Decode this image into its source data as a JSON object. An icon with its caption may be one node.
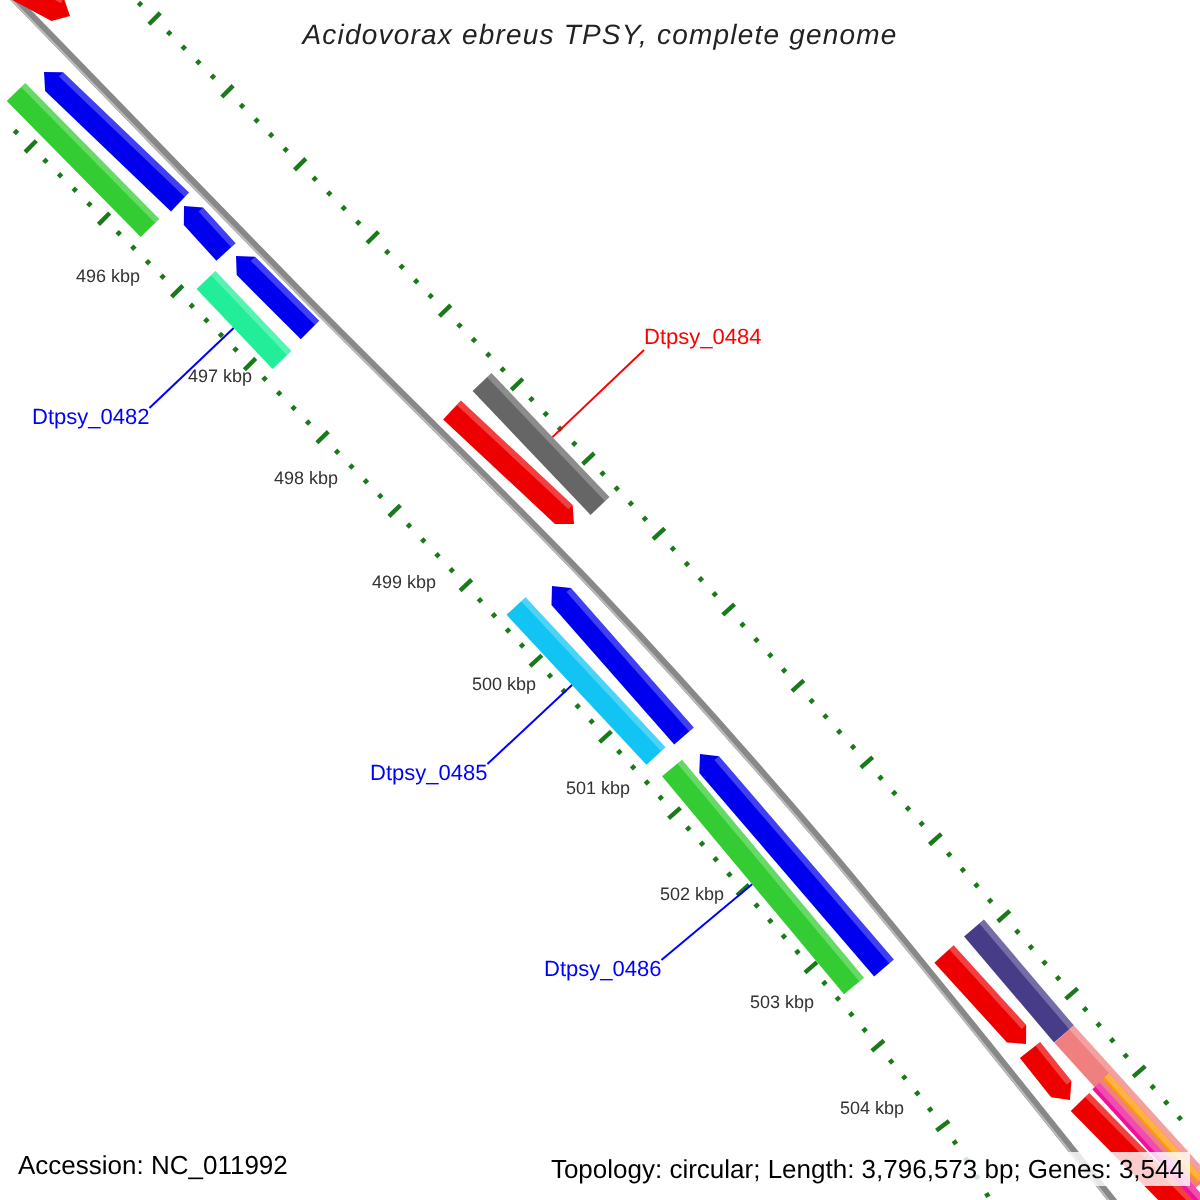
{
  "diagram": {
    "title": "Acidovorax ebreus TPSY, complete genome",
    "nodes": [
      {
        "text": [
          "Dtpsy_0484"
        ]
      },
      {
        "text": [],
        "shape": "bar"
      },
      {
        "text": [
          "Dtpsy_0482"
        ]
      },
      {
        "text": [],
        "shape": "bar"
      },
      {
        "text": [
          "Dtpsy_0485"
        ]
      },
      {
        "text": [],
        "shape": "bar"
      },
      {
        "text": [
          "Dtpsy_0486"
        ]
      },
      {
        "text": [],
        "shape": "bar"
      }
    ],
    "edges": [
      {
        "from": 0,
        "to": 1,
        "arrow": "none",
        "color": "#ff0000"
      },
      {
        "from": 2,
        "to": 3,
        "arrow": "none"
      },
      {
        "from": 4,
        "to": 5,
        "arrow": "none"
      },
      {
        "from": 6,
        "to": 7,
        "arrow": "none"
      }
    ],
    "labels": [
      "496 kbp",
      "497 kbp",
      "498 kbp",
      "499 kbp",
      "500 kbp",
      "501 kbp",
      "502 kbp",
      "503 kbp",
      "504 kbp",
      "Accession: NC_011992",
      "Topology: circular; Length: 3,796,573 bp; Genes: 3,544"
    ]
  }
}
